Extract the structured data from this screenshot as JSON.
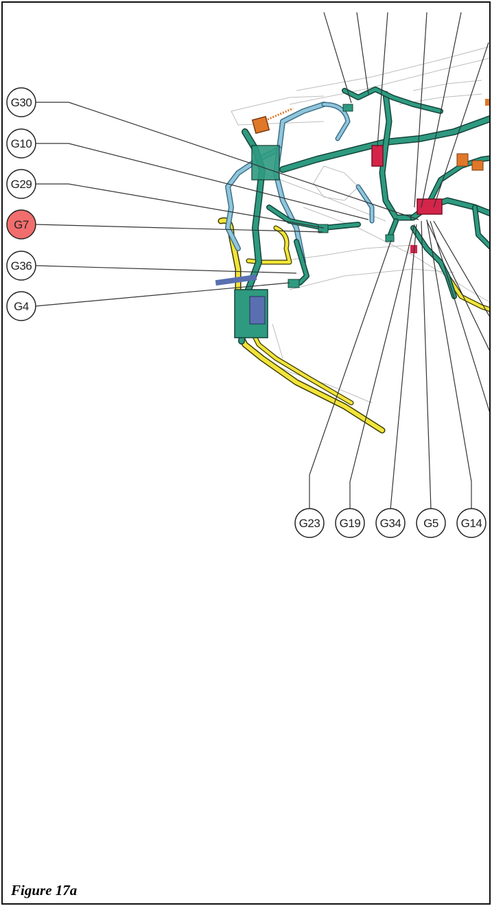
{
  "figure": {
    "caption": "Figure 17a"
  },
  "callouts": {
    "left": [
      {
        "id": "G30",
        "highlighted": false
      },
      {
        "id": "G10",
        "highlighted": false
      },
      {
        "id": "G29",
        "highlighted": false
      },
      {
        "id": "G7",
        "highlighted": true
      },
      {
        "id": "G36",
        "highlighted": false
      },
      {
        "id": "G4",
        "highlighted": false
      }
    ],
    "bottom": [
      {
        "id": "G23",
        "highlighted": false
      },
      {
        "id": "G19",
        "highlighted": false
      },
      {
        "id": "G34",
        "highlighted": false
      },
      {
        "id": "G5",
        "highlighted": false
      },
      {
        "id": "G14",
        "highlighted": false
      }
    ]
  },
  "colors": {
    "highlight": "#f26d6d",
    "harness_main": "#2e9a80",
    "harness_light": "#8fc6dc",
    "harness_yellow": "#f2e43a",
    "connector_red": "#d4244a",
    "connector_orange": "#e0782a",
    "harness_blue": "#5a6fb0"
  }
}
